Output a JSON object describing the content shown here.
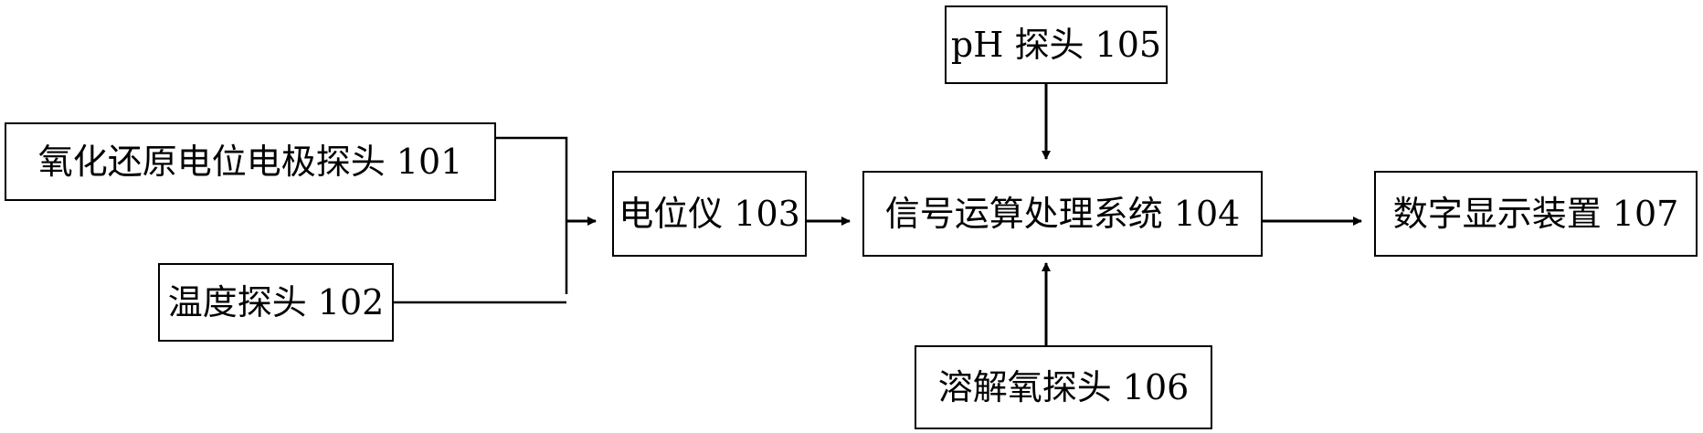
{
  "nodes": {
    "orp_probe": {
      "label": "氧化还原电位电极探头 101"
    },
    "temp_probe": {
      "label": "温度探头 102"
    },
    "potentiometer": {
      "label": "电位仪 103"
    },
    "processor": {
      "label": "信号运算处理系统 104"
    },
    "ph_probe": {
      "label": "pH 探头 105"
    },
    "do_probe": {
      "label": "溶解氧探头 106"
    },
    "display": {
      "label": "数字显示装置 107"
    }
  },
  "edges": [
    {
      "from": "orp_probe",
      "to": "potentiometer"
    },
    {
      "from": "temp_probe",
      "to": "potentiometer"
    },
    {
      "from": "potentiometer",
      "to": "processor"
    },
    {
      "from": "ph_probe",
      "to": "processor"
    },
    {
      "from": "do_probe",
      "to": "processor"
    },
    {
      "from": "processor",
      "to": "display"
    }
  ],
  "colors": {
    "stroke": "#000000",
    "background": "#ffffff",
    "text": "#000000"
  }
}
